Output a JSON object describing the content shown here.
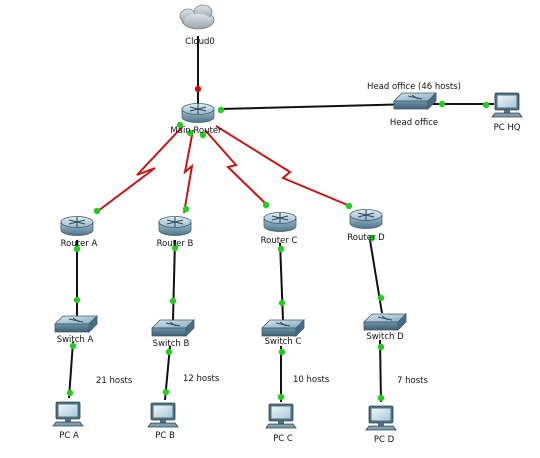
{
  "devices": {
    "cloud": {
      "name": "Cloud0"
    },
    "main_router": {
      "name": "Main Router"
    },
    "head_switch": {
      "name": "Head office"
    },
    "pc_hq": {
      "name": "PC HQ"
    },
    "router_a": {
      "name": "Router A"
    },
    "router_b": {
      "name": "Router B"
    },
    "router_c": {
      "name": "Router C"
    },
    "router_d": {
      "name": "Router D"
    },
    "switch_a": {
      "name": "Switch A"
    },
    "switch_b": {
      "name": "Switch B"
    },
    "switch_c": {
      "name": "Switch C"
    },
    "switch_d": {
      "name": "Switch D"
    },
    "pc_a": {
      "name": "PC A"
    },
    "pc_b": {
      "name": "PC B"
    },
    "pc_c": {
      "name": "PC C"
    },
    "pc_d": {
      "name": "PC D"
    }
  },
  "annotations": {
    "head_office": "Head office (46 hosts)",
    "hosts_a": "21 hosts",
    "hosts_b": "12 hosts",
    "hosts_c": "10 hosts",
    "hosts_d": "7 hosts"
  },
  "links": [
    {
      "from": "cloud",
      "to": "main_router",
      "kind": "ethernet",
      "status": "down"
    },
    {
      "from": "main_router",
      "to": "head_switch",
      "kind": "ethernet",
      "status": "up"
    },
    {
      "from": "head_switch",
      "to": "pc_hq",
      "kind": "ethernet",
      "status": "up"
    },
    {
      "from": "main_router",
      "to": "router_a",
      "kind": "serial",
      "status": "up"
    },
    {
      "from": "main_router",
      "to": "router_b",
      "kind": "serial",
      "status": "up"
    },
    {
      "from": "main_router",
      "to": "router_c",
      "kind": "serial",
      "status": "up"
    },
    {
      "from": "main_router",
      "to": "router_d",
      "kind": "serial",
      "status": "up"
    },
    {
      "from": "router_a",
      "to": "switch_a",
      "kind": "ethernet",
      "status": "up"
    },
    {
      "from": "router_b",
      "to": "switch_b",
      "kind": "ethernet",
      "status": "up"
    },
    {
      "from": "router_c",
      "to": "switch_c",
      "kind": "ethernet",
      "status": "up"
    },
    {
      "from": "router_d",
      "to": "switch_d",
      "kind": "ethernet",
      "status": "up"
    },
    {
      "from": "switch_a",
      "to": "pc_a",
      "kind": "ethernet",
      "status": "up"
    },
    {
      "from": "switch_b",
      "to": "pc_b",
      "kind": "ethernet",
      "status": "up"
    },
    {
      "from": "switch_c",
      "to": "pc_c",
      "kind": "ethernet",
      "status": "up"
    },
    {
      "from": "switch_d",
      "to": "pc_d",
      "kind": "ethernet",
      "status": "up"
    }
  ],
  "colors": {
    "link_up": "#22cc22",
    "link_down": "#cc1111",
    "serial_cable": "#cc1111",
    "ethernet_cable": "#111111"
  }
}
